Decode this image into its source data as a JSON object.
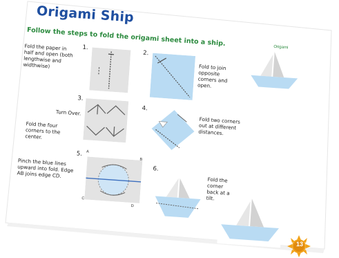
{
  "page": {
    "title": "Origami Ship",
    "subtitle": "Follow the steps to fold the origami sheet into a ship.",
    "corner_label": "Origami",
    "page_number": "13"
  },
  "steps": [
    {
      "number": "1.",
      "text": "Fold the paper in half and open (both lengthwise and widthwise)"
    },
    {
      "number": "2.",
      "text": "Fold to join opposite corners and open."
    },
    {
      "number": "3.",
      "text": "Fold the four corners to the center.",
      "extra": "Turn Over."
    },
    {
      "number": "4.",
      "text": "Fold two corners out at different distances."
    },
    {
      "number": "5.",
      "text": "Pinch the blue lines upward into fold. Edge AB joins edge CD."
    },
    {
      "number": "6.",
      "text": "Fold the corner back at a tilt."
    }
  ],
  "points": {
    "a": "A",
    "b": "B",
    "c": "C",
    "d": "D"
  },
  "colors": {
    "title": "#1f4fa0",
    "subtitle": "#2b8a3e",
    "paper_blue": "#b9dbf3",
    "paper_gray": "#e3e3e3",
    "badge": "#f2a31b"
  },
  "icons": {
    "badge": "sun-badge-icon"
  }
}
